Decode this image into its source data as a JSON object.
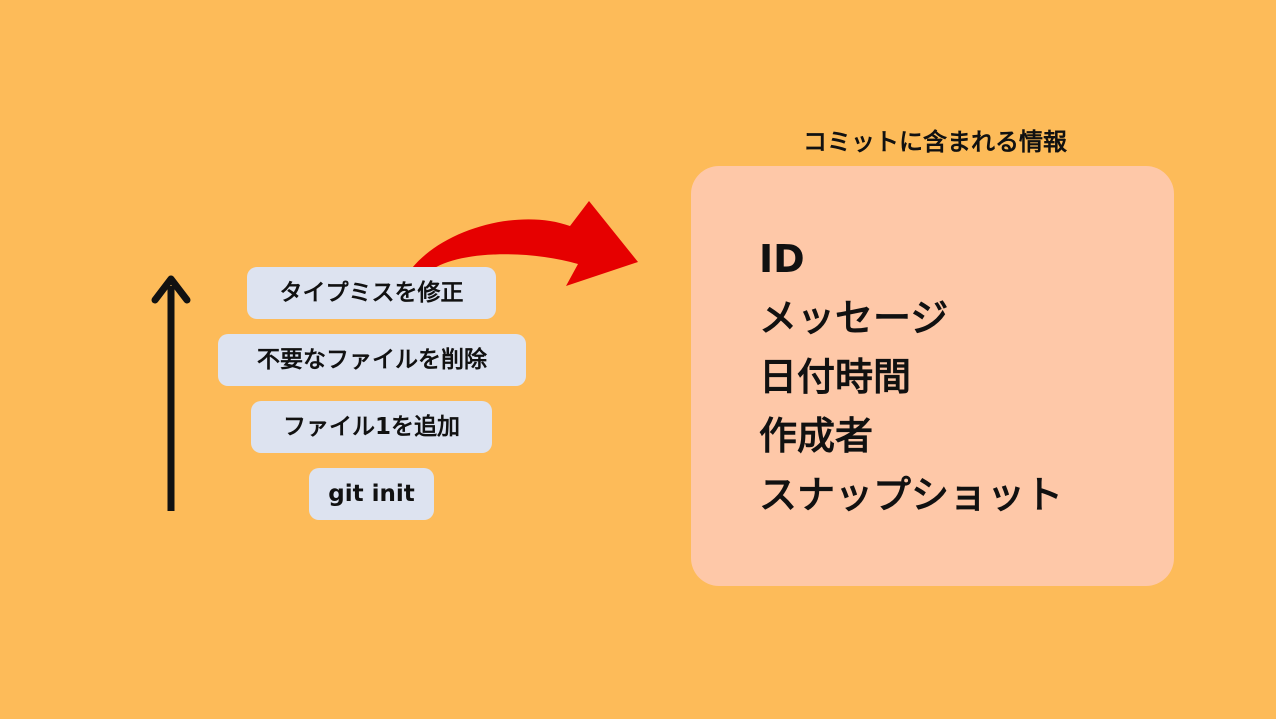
{
  "colors": {
    "background": "#fdbb59",
    "commit_box": "#dde3f0",
    "info_panel": "#fec8a8",
    "arrow_red": "#e60000",
    "arrow_black": "#111111"
  },
  "commits": [
    {
      "label": "タイプミスを修正"
    },
    {
      "label": "不要なファイルを削除"
    },
    {
      "label": "ファイル1を追加"
    },
    {
      "label": "git init"
    }
  ],
  "info_panel": {
    "title": "コミットに含まれる情報",
    "items": [
      {
        "label": "ID"
      },
      {
        "label": "メッセージ"
      },
      {
        "label": "日付時間"
      },
      {
        "label": "作成者"
      },
      {
        "label": "スナップショット"
      }
    ]
  }
}
